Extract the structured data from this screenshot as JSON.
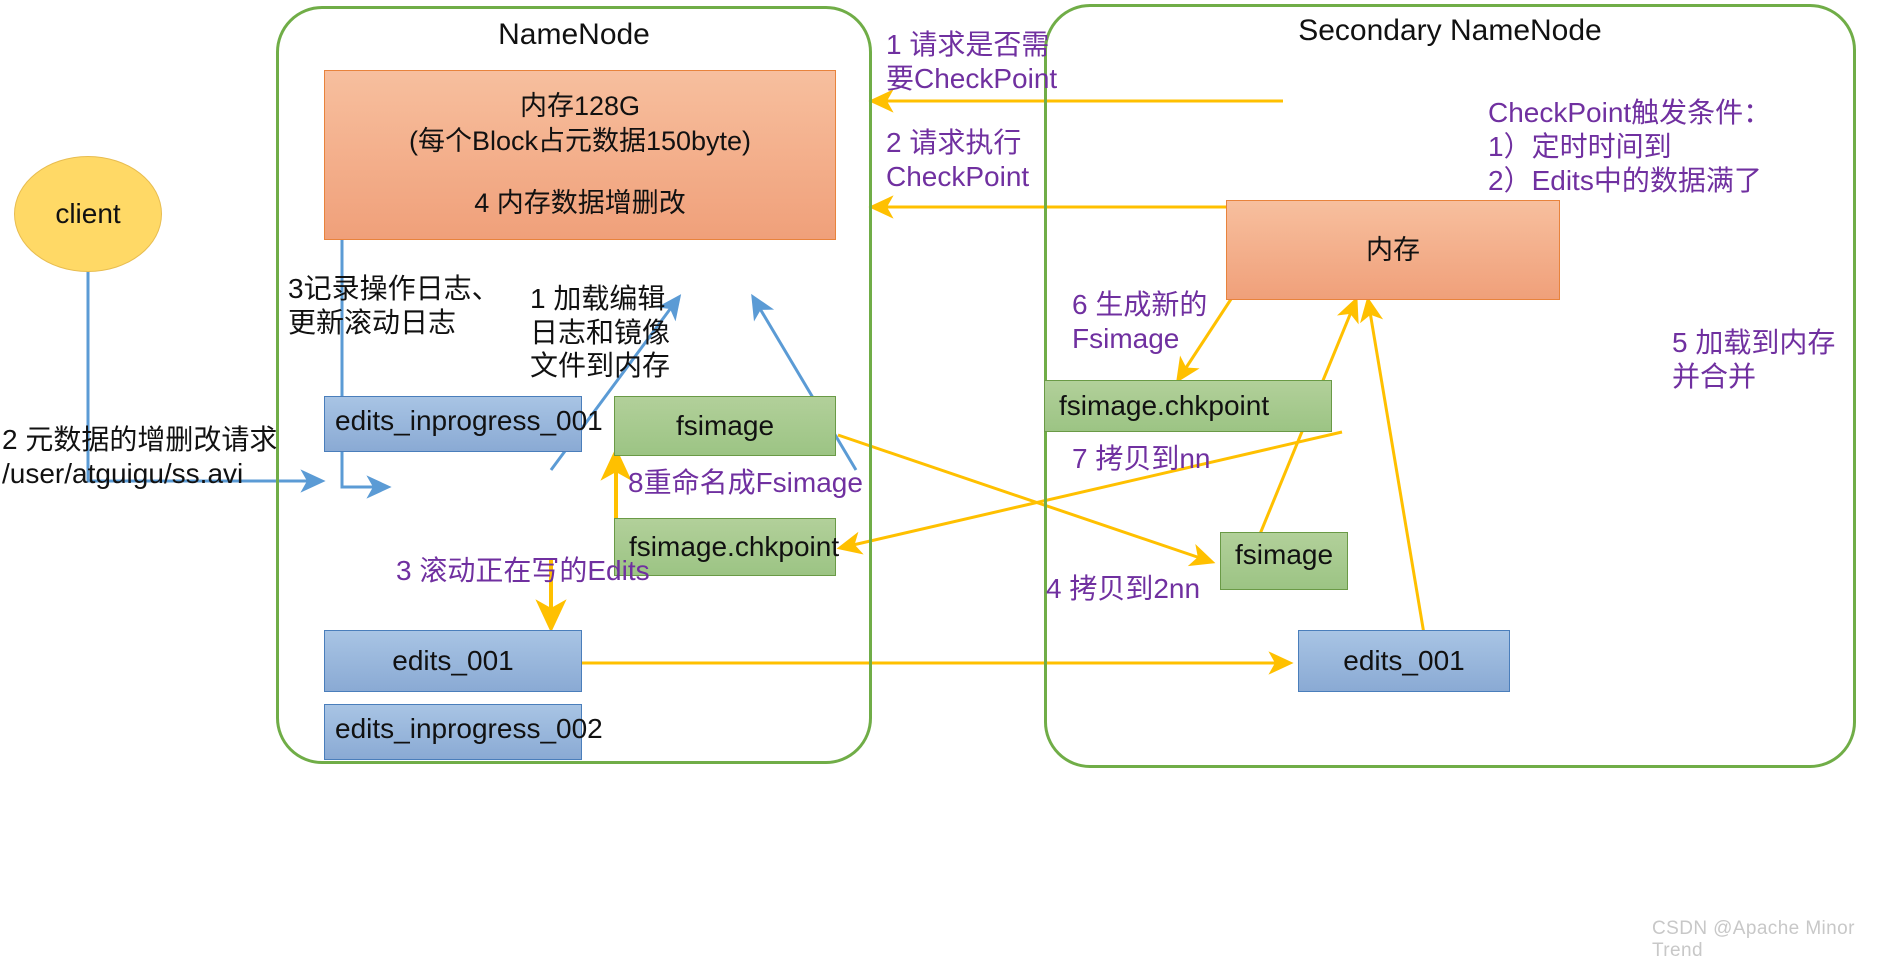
{
  "diagram": {
    "title_namenode": "NameNode",
    "title_secondary": "Secondary NameNode",
    "watermark": "CSDN @Apache Minor Trend",
    "accent_green": "#70ad47",
    "accent_purple": "#7030a0",
    "accent_orange_arrow": "#ffc000",
    "accent_blue_arrow": "#5b9bd5"
  },
  "client": {
    "label": "client"
  },
  "namenode": {
    "memory": {
      "line1": "内存128G",
      "line2": "(每个Block占元数据150byte)",
      "line3": "4 内存数据增删改"
    },
    "edits_inprogress_001": "edits_inprogress_001",
    "fsimage": "fsimage",
    "fsimage_chkpoint": "fsimage.chkpoint",
    "edits_001": "edits_001",
    "edits_inprogress_002": "edits_inprogress_002"
  },
  "secondary": {
    "checkpoint_conditions": "CheckPoint触发条件：\n1）定时时间到\n2）Edits中的数据满了",
    "memory": "内存",
    "fsimage_chkpoint": "fsimage.chkpoint",
    "fsimage": "fsimage",
    "edits_001": "edits_001"
  },
  "labels": {
    "step2_client_request": "2 元数据的增删改请求\n/user/atguigu/ss.avi",
    "step3_record_log": "3记录操作日志、\n更新滚动日志",
    "step1_load": "1 加载编辑\n日志和镜像\n文件到内存",
    "step1_need_checkpoint": "1 请求是否需\n要CheckPoint",
    "step2_do_checkpoint": "2 请求执行\nCheckPoint",
    "step3_roll_edits": "3 滚动正在写的Edits",
    "step4_copy_to_2nn": "4 拷贝到2nn",
    "step5_load_merge": "5 加载到内存\n并合并",
    "step6_new_fsimage": "6 生成新的\nFsimage",
    "step7_copy_to_nn": "7 拷贝到nn",
    "step8_rename": "8重命名成Fsimage"
  }
}
